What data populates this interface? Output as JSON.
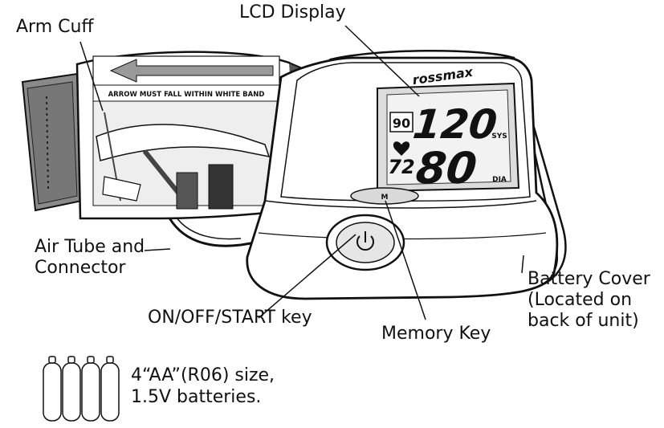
{
  "labels": {
    "arm_cuff": "Arm Cuff",
    "lcd_display": "LCD Display",
    "air_tube_line1": "Air Tube and",
    "air_tube_line2": "Connector",
    "on_off_start": "ON/OFF/START key",
    "memory_key": "Memory Key",
    "battery_cover_line1": "Battery Cover",
    "battery_cover_line2": "(Located on",
    "battery_cover_line3": "back of unit)",
    "batteries_line1": "4“AA”(R06) size,",
    "batteries_line2": "1.5V batteries."
  },
  "device": {
    "brand": "rossmax",
    "cuff_instruction": "ARROW MUST FALL WITHIN WHITE BAND",
    "lcd": {
      "sys_value": "120",
      "dia_value": "80",
      "pulse_value": "72",
      "memory_value": "90",
      "sys_unit": "SYS",
      "dia_unit": "DIA"
    },
    "memory_button_text": "M"
  },
  "colors": {
    "line": "#111111",
    "device_fill": "#ffffff",
    "lcd_fill": "#d8d8d8",
    "cuff_dark": "#555555"
  }
}
